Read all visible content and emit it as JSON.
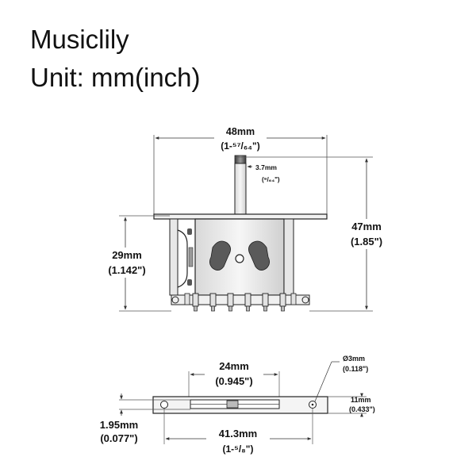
{
  "header": {
    "brand": "Musiclily",
    "unit_label": "Unit: mm(inch)"
  },
  "front_view": {
    "width_mm": "48mm",
    "width_in": "(1-⁵⁷/₆₄\")",
    "lever_mm": "3.7mm",
    "lever_in": "(⁹/₆₄\")",
    "height_mm": "47mm",
    "height_in": "(1.85\")",
    "body_mm": "29mm",
    "body_in": "(1.142\")"
  },
  "top_view": {
    "slot_mm": "24mm",
    "slot_in": "(0.945\")",
    "hole_mm": "Ø3mm",
    "hole_in": "(0.118\")",
    "depth_mm": "11mm",
    "depth_in": "(0.433\")",
    "thickness_mm": "1.95mm",
    "thickness_in": "(0.077\")",
    "spacing_mm": "41.3mm",
    "spacing_in": "(1-⁵/₈\")"
  },
  "colors": {
    "line": "#222222",
    "dimension": "#555555",
    "metal_light": "#efefef",
    "metal_dark": "#5a5a5a"
  }
}
